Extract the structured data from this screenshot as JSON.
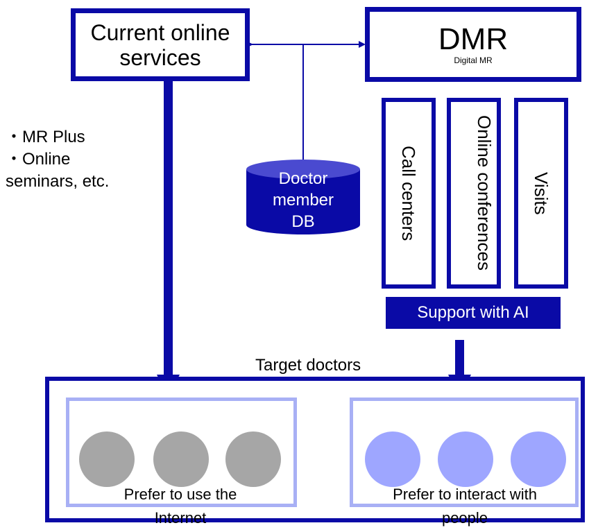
{
  "top_left_box": {
    "line1": "Current online",
    "line2": "services"
  },
  "dmr_box": {
    "title": "DMR",
    "subtitle": "Digital MR"
  },
  "bullets": {
    "item1": "・MR Plus",
    "item2": "・Online",
    "item3": "seminars, etc."
  },
  "database": {
    "line1": "Doctor",
    "line2": "member",
    "line3": "DB"
  },
  "channels": [
    {
      "label": "Call centers"
    },
    {
      "label": "Online conferences"
    },
    {
      "label": "Visits"
    }
  ],
  "support_bar": {
    "label": "Support with AI"
  },
  "target": {
    "label": "Target doctors"
  },
  "groups": {
    "left": {
      "line1": "Prefer to use the",
      "line2": "Internet"
    },
    "right": {
      "line1": "Prefer to interact with",
      "line2": "people"
    }
  },
  "colors": {
    "dark_blue": "#0a0aa6",
    "light_blue_border": "#a8b0f5",
    "gray_circle": "#a6a6a6",
    "blue_circle": "#9ea6ff"
  }
}
